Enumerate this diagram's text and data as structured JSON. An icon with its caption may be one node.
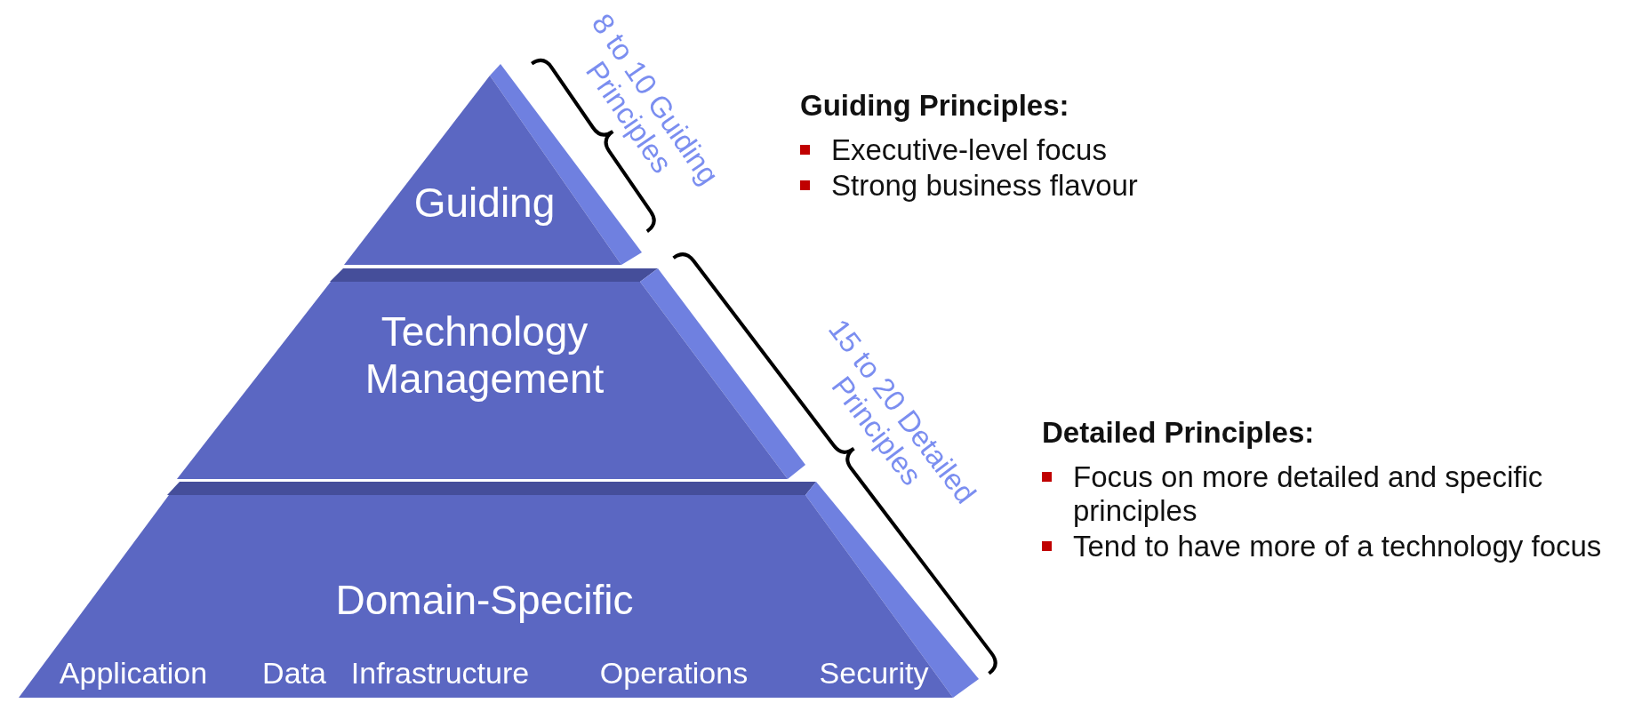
{
  "diagram": {
    "nodes": [
      {
        "text": [
          "Guiding"
        ]
      },
      {
        "text": [
          "Technology Management"
        ]
      },
      {
        "text": [
          "Domain-Specific",
          "Application",
          "Data",
          "Infrastructure",
          "Operations",
          "Security"
        ]
      }
    ],
    "labels": [
      "8 to 10 Guiding Principles",
      "15 to 20 Detailed Principles",
      "Guiding Principles:",
      "Executive-level focus",
      "Strong business flavour",
      "Detailed Principles:",
      "Focus on more detailed and specific principles",
      "Tend to have more of a technology focus"
    ]
  }
}
